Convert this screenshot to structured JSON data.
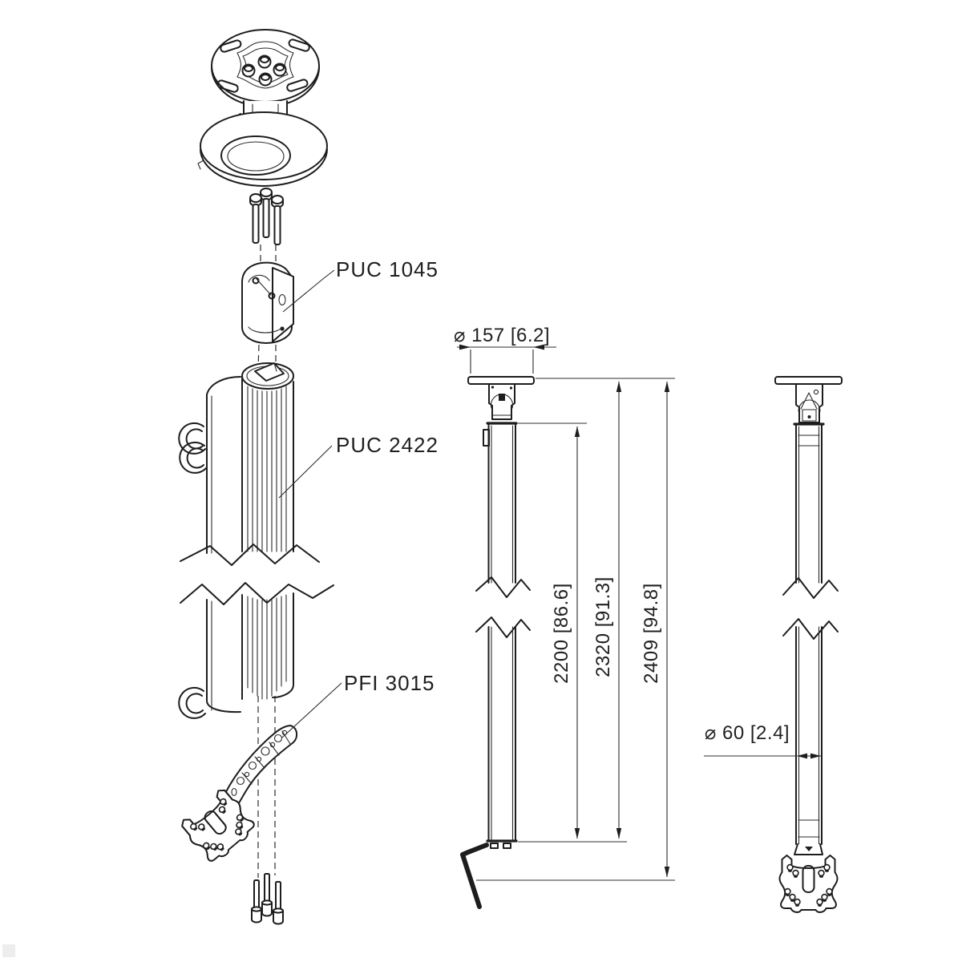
{
  "drawing": {
    "type": "technical-assembly-drawing",
    "views": [
      "exploded-isometric",
      "front-elevation",
      "side-elevation"
    ],
    "part_labels": {
      "puc1045": "PUC 1045",
      "puc2422": "PUC 2422",
      "pfi3015": "PFI 3015"
    },
    "dimensions": {
      "plate_diameter": "⌀ 157 [6.2]",
      "pole_length": "2200 [86.6]",
      "plate_to_pole_end": "2320 [91.3]",
      "total_length": "2409 [94.8]",
      "tube_diameter": "⌀ 60 [2.4]"
    },
    "colors": {
      "line": "#1d1d1d",
      "background": "#ffffff"
    }
  }
}
